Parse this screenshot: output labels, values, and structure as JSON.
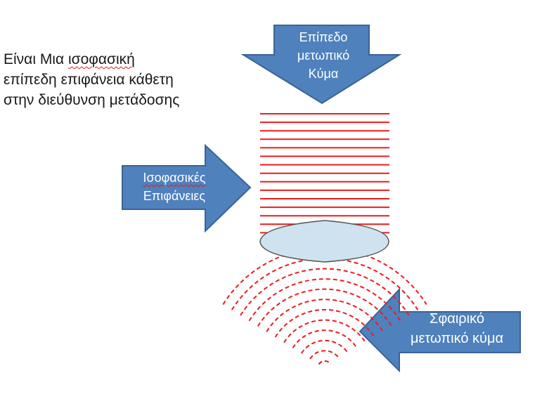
{
  "description": {
    "line1_prefix": "Είναι Μια ",
    "line1_underlined": "ισοφασική",
    "line2": "επίπεδη επιφάνεια κάθετη",
    "line3": "στην διεύθυνση μετάδοσης"
  },
  "arrows": {
    "top": {
      "line1": "Επίπεδο",
      "line2": "μετωπικό",
      "line3": "Κύμα"
    },
    "left": {
      "line1": "Ισοφασικές",
      "line2": "Επιφάνειες"
    },
    "right": {
      "line1": "Σφαιρικό",
      "line2": "μετωπικό κύμα"
    }
  },
  "colors": {
    "arrow_fill": "#4f81bd",
    "arrow_stroke": "#3a6494",
    "wavefront": "#ee1c1c",
    "lens_fill": "#cfe2f0",
    "lens_stroke": "#555555"
  }
}
